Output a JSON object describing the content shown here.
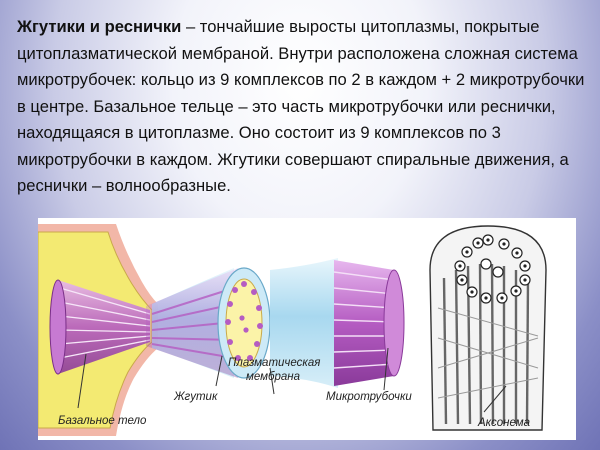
{
  "paragraph": {
    "term": "Жгутики и реснички",
    "text": " – тончайшие выросты цитоплазмы, покрытые цитоплазматической мембраной. Внутри расположена сложная система микротрубочек: кольцо из 9 комплексов по 2 в каждом + 2 микротрубочки в центре. Базальное тельце – это часть микротрубочки или реснички, находящаяся в цитоплазме. Оно состоит из 9 комплексов по 3 микротрубочки в каждом. Жгутики совершают спиральные движения, а реснички – волнообразные."
  },
  "figure": {
    "labels": {
      "membrane_line1": "Плазматическая",
      "membrane_line2": "мембрана",
      "flagellum": "Жгутик",
      "microtubules": "Микротрубочки",
      "basal_body": "Базальное тело",
      "axoneme": "Аксонема"
    },
    "colors": {
      "cytoplasm": "#f3ea72",
      "cytoplasm_edge": "#c9a94a",
      "membrane": "#f2b7a8",
      "microtubule": "#b55cc2",
      "flagellum_tube": "#a8d8ef"
    }
  }
}
